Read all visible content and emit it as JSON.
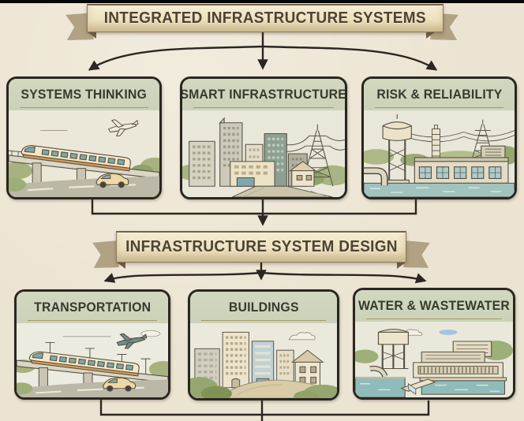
{
  "diagram": {
    "title_banner": {
      "label": "INTEGRATED INFRASTRUCTURE SYSTEMS"
    },
    "design_banner": {
      "label": "INFRASTRUCTURE SYSTEM DESIGN"
    },
    "nodes": [
      {
        "id": "systems-thinking",
        "label": "SYSTEMS THINKING",
        "illustration": "elevated-train-airplane-car-highway"
      },
      {
        "id": "smart-infrastructure",
        "label": "SMART INFRASTRUCTURE",
        "illustration": "city-buildings-transmission-tower"
      },
      {
        "id": "risk-reliability",
        "label": "RISK & RELIABILITY",
        "illustration": "water-tower-pylon-plant-canal"
      },
      {
        "id": "transportation",
        "label": "TRANSPORTATION",
        "illustration": "elevated-train-airplane-car-highway"
      },
      {
        "id": "buildings",
        "label": "BUILDINGS",
        "illustration": "building-cluster-curving-road"
      },
      {
        "id": "water-wastewater",
        "label": "WATER & WASTEWATER",
        "illustration": "water-tower-treatment-pools"
      }
    ],
    "colors": {
      "page_bg": "#ece4d2",
      "banner_fill": "#eee1bf",
      "ribbon_tail": "#b2a284",
      "node_header_bg": "#cbd2b8",
      "node_border": "#2a261f",
      "connector": "#2b2620",
      "title_text": "#4c4433",
      "node_title_text": "#363a2e"
    }
  }
}
